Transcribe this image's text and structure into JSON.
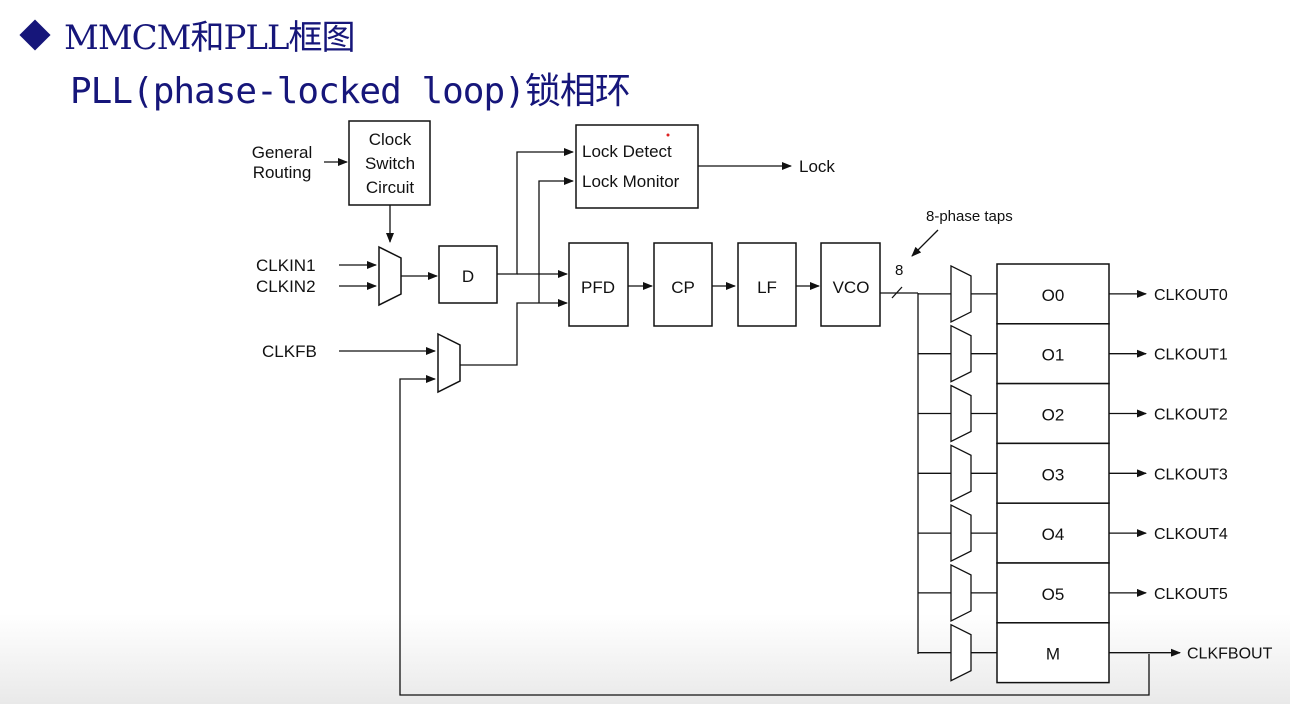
{
  "heading": "MMCM和PLL框图",
  "subheading": "PLL(phase-locked loop)锁相环",
  "diagram": {
    "general_routing": [
      "General",
      "Routing"
    ],
    "clock_switch": [
      "Clock",
      "Switch",
      "Circuit"
    ],
    "lock_detect": "Lock Detect",
    "lock_monitor": "Lock Monitor",
    "lock_output": "Lock",
    "clkin1": "CLKIN1",
    "clkin2": "CLKIN2",
    "clkfb": "CLKFB",
    "divider_d": "D",
    "pfd": "PFD",
    "cp": "CP",
    "lf": "LF",
    "vco": "VCO",
    "bus_width": "8",
    "phase_taps": "8-phase taps",
    "counters": [
      "O0",
      "O1",
      "O2",
      "O3",
      "O4",
      "O5",
      "M"
    ],
    "outputs": [
      "CLKOUT0",
      "CLKOUT1",
      "CLKOUT2",
      "CLKOUT3",
      "CLKOUT4",
      "CLKOUT5",
      "CLKFBOUT"
    ]
  }
}
